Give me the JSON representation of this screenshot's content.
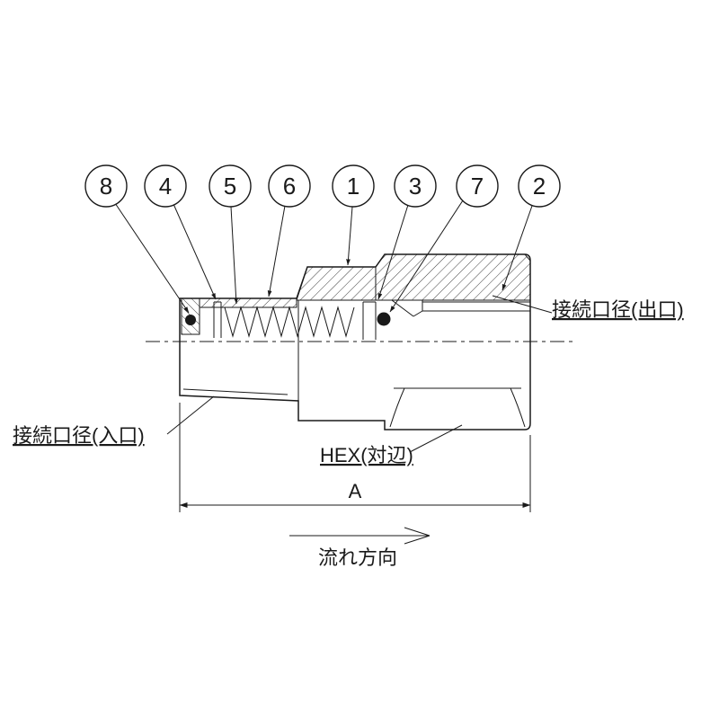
{
  "page": {
    "background": "#ffffff",
    "line_color": "#1a1a1a"
  },
  "balloons": [
    {
      "label": "8"
    },
    {
      "label": "4"
    },
    {
      "label": "5"
    },
    {
      "label": "6"
    },
    {
      "label": "1"
    },
    {
      "label": "3"
    },
    {
      "label": "7"
    },
    {
      "label": "2"
    }
  ],
  "labels": {
    "outlet_port": "接続口径(出口)",
    "inlet_port": "接続口径(入口)",
    "hex_across_flats": "HEX(対辺)",
    "dimension_a": "A",
    "flow_direction": "流れ方向"
  }
}
